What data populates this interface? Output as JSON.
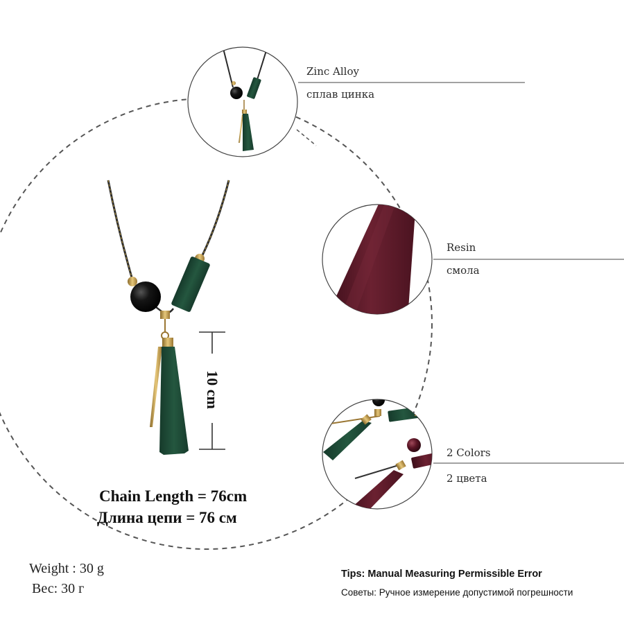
{
  "callouts": {
    "material_en": "Zinc Alloy",
    "material_ru": "сплав цинка",
    "resin_en": "Resin",
    "resin_ru": "смола",
    "colors_en": "2 Colors",
    "colors_ru": "2 цвета"
  },
  "dimension": {
    "pendant_length": "10 cm"
  },
  "specs": {
    "chain_length_en": "Chain Length = 76cm",
    "chain_length_ru": "Длина цепи = 76 см",
    "weight_en": "Weight : 30 g",
    "weight_ru": "Вес: 30 г"
  },
  "tips": {
    "title": "Tips: Manual Measuring Permissible Error",
    "subtitle": "Советы: Ручное измерение допустимой погрешности"
  },
  "colors": {
    "dark_green": "#1e4a37",
    "burgundy": "#5a1a27",
    "gold": "#c9a24a",
    "black_bead": "#111111",
    "dashed_ring": "#555555"
  }
}
